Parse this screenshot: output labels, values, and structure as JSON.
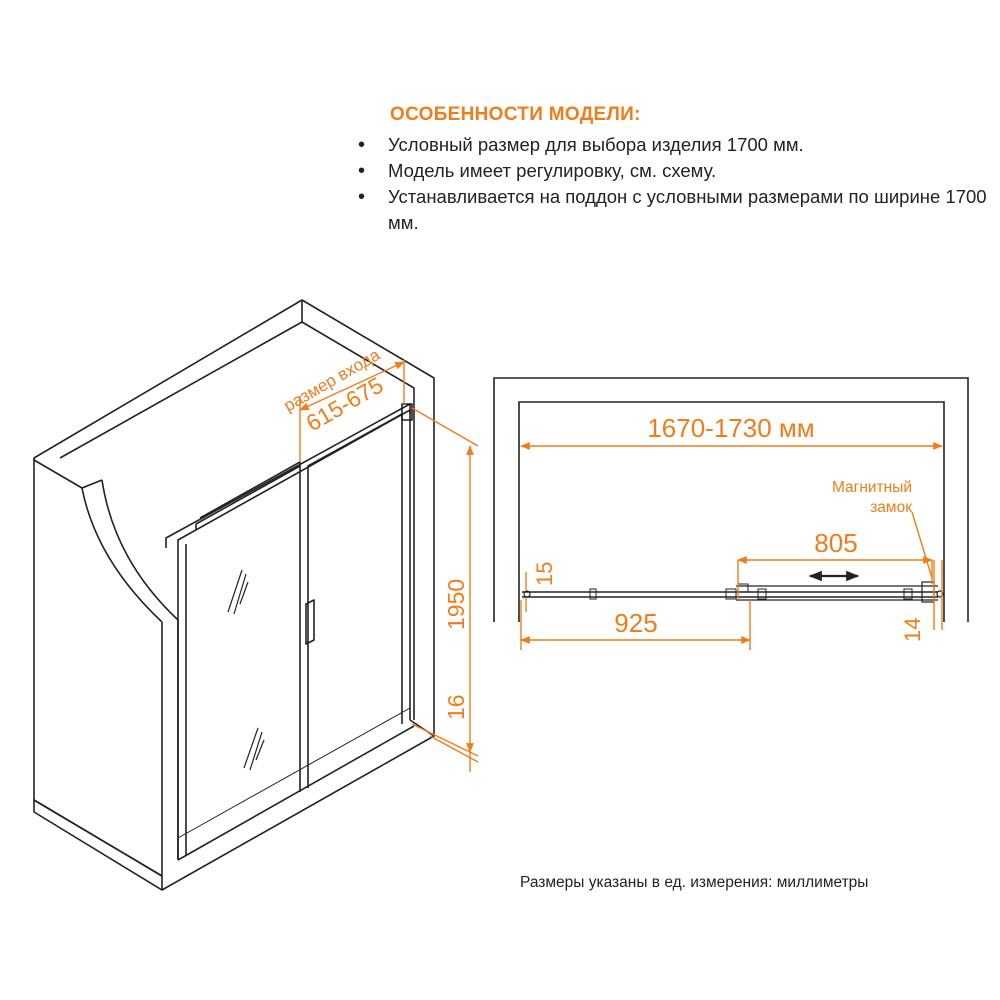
{
  "features": {
    "title": "ОСОБЕННОСТИ МОДЕЛИ:",
    "items": [
      "Условный размер для выбора изделия 1700 мм.",
      "Модель имеет регулировку, см. схему.",
      "Устанавливается на поддон с условными размерами по ширине 1700 мм."
    ]
  },
  "left_view": {
    "entry_label": "размер входа",
    "entry_value": "615-675",
    "height_value": "1950",
    "base_value": "16"
  },
  "top_view": {
    "width_range": "1670-1730 мм",
    "magnet_label_line1": "Магнитный",
    "magnet_label_line2": "замок",
    "slide_value": "805",
    "fixed_value": "925",
    "left_gap": "15",
    "right_gap": "14"
  },
  "footnote": "Размеры указаны в ед. измерения: миллиметры",
  "colors": {
    "accent": "#f07d1b",
    "line": "#222222"
  }
}
